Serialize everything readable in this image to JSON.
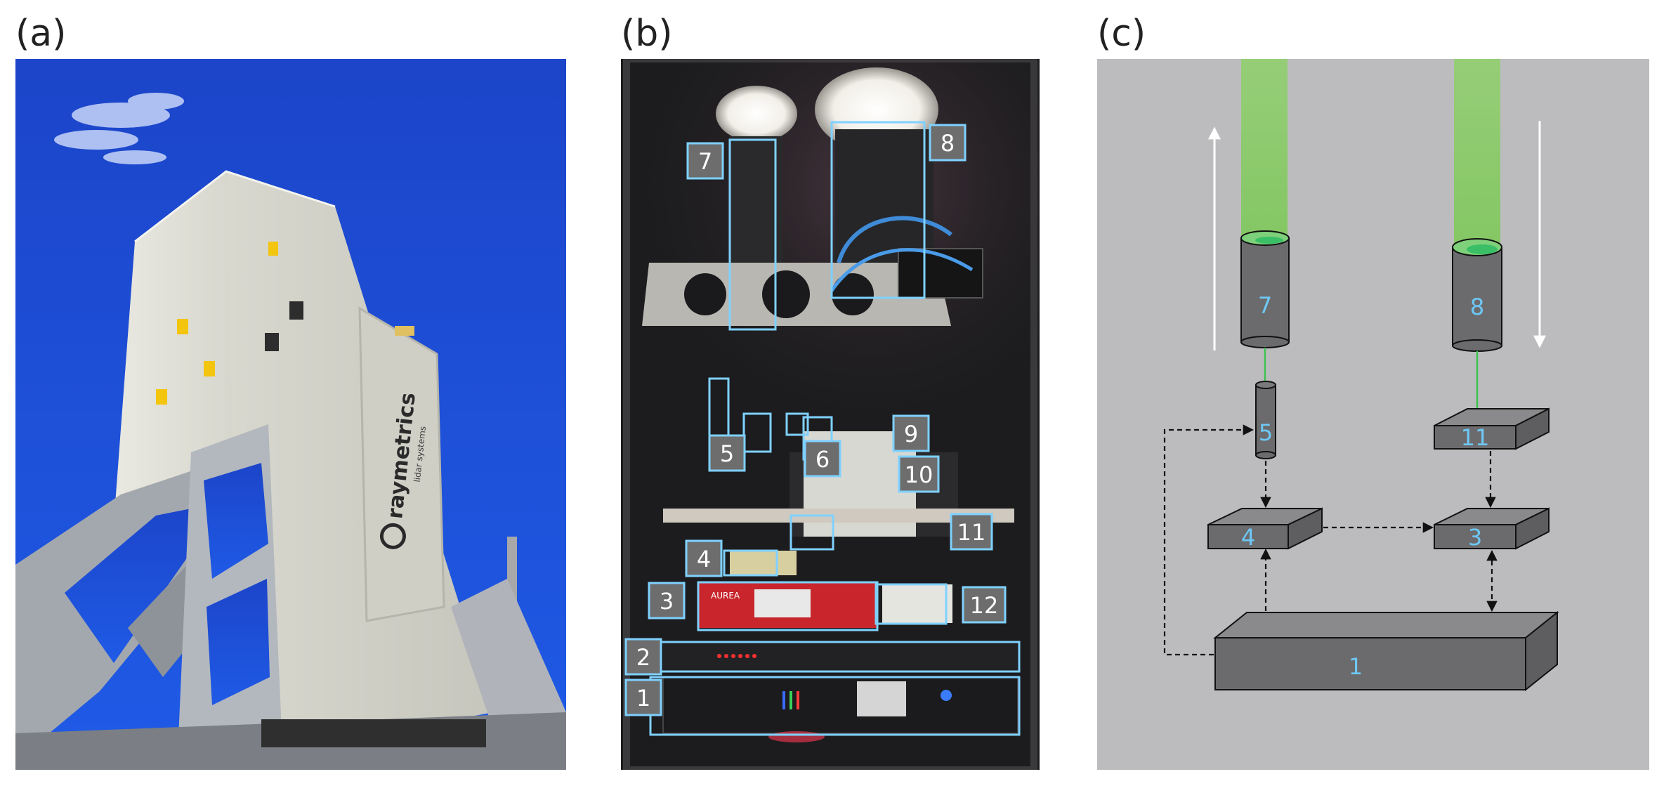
{
  "figure": {
    "panels": [
      {
        "id": "a",
        "label": "(a)"
      },
      {
        "id": "b",
        "label": "(b)"
      },
      {
        "id": "c",
        "label": "(c)"
      }
    ]
  },
  "panel_a": {
    "brand_text": "raymetrics",
    "brand_sub": "lidar systems",
    "colors": {
      "sky": "#1f4fd6",
      "housing": "#dcdcd2",
      "frame": "#9a9fa6"
    }
  },
  "panel_b": {
    "device_text": "AUREA",
    "callouts": [
      "1",
      "2",
      "3",
      "4",
      "5",
      "6",
      "7",
      "8",
      "9",
      "10",
      "11",
      "12"
    ],
    "colors": {
      "box": "#7fd1ff",
      "badge": "#6d6d6d",
      "badge_text": "#ffffff",
      "cabinet": "#1c1c1e"
    }
  },
  "panel_c": {
    "components": {
      "c1": "1",
      "c3": "3",
      "c4": "4",
      "c5": "5",
      "c7": "7",
      "c8": "8",
      "c11": "11"
    },
    "colors": {
      "background": "#bcbcbe",
      "component": "#6b6b6d",
      "label": "#6ec8f5",
      "beam": "#8fd06b",
      "arrow": "#ffffff"
    }
  }
}
